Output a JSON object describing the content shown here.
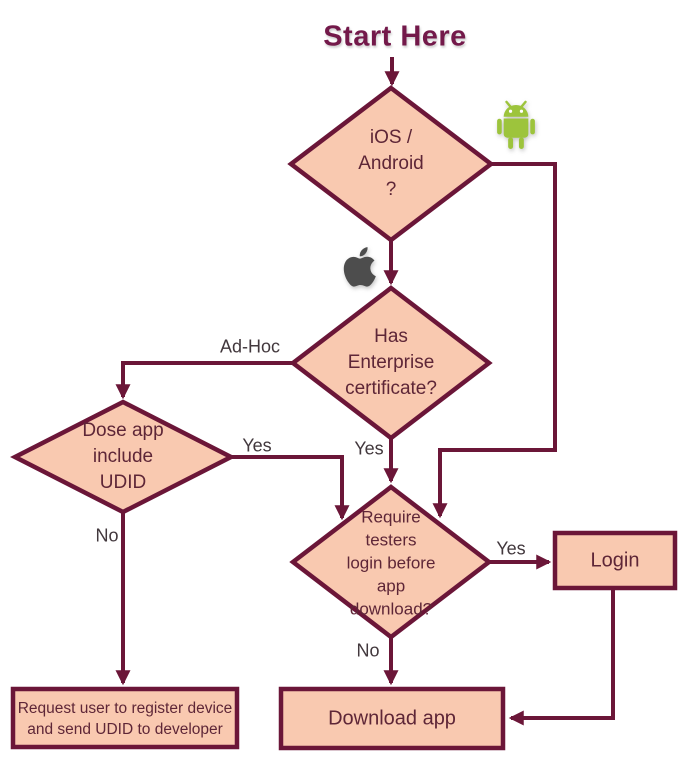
{
  "title": "Start Here",
  "colors": {
    "fill": "#f9c9b0",
    "stroke": "#6b1638",
    "title": "#73194a",
    "node_text": "#5e2637",
    "label_text": "#42383d",
    "android_green": "#9dc43c",
    "apple_gray": "#4d4d4d"
  },
  "nodes": {
    "ios_android": {
      "type": "decision",
      "label": "iOS /\nAndroid\n?"
    },
    "has_enterprise": {
      "type": "decision",
      "label": "Has\nEnterprise\ncertificate?"
    },
    "dose_udid": {
      "type": "decision",
      "label": "Dose app\ninclude\nUDID"
    },
    "require_login": {
      "type": "decision",
      "label": "Require\ntesters\nlogin before\napp\ndownload?"
    },
    "login": {
      "type": "process",
      "label": "Login"
    },
    "download_app": {
      "type": "process",
      "label": "Download app"
    },
    "register_device": {
      "type": "process",
      "label": "Request user to register device\nand send UDID to developer"
    }
  },
  "edge_labels": {
    "ad_hoc": "Ad-Hoc",
    "enterprise_yes": "Yes",
    "dose_yes": "Yes",
    "dose_no": "No",
    "require_yes": "Yes",
    "require_no": "No"
  },
  "icons": {
    "android": "android-icon",
    "apple": "apple-icon"
  }
}
